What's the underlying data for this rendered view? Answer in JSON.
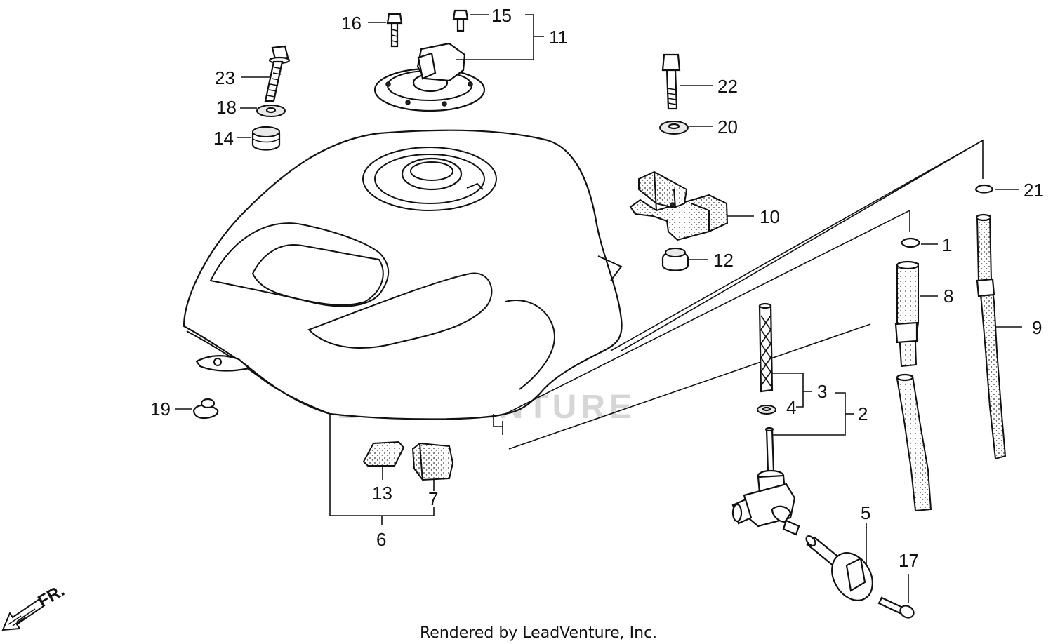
{
  "callouts": {
    "c1": "1",
    "c2": "2",
    "c3": "3",
    "c4": "4",
    "c5": "5",
    "c6": "6",
    "c7": "7",
    "c8": "8",
    "c9": "9",
    "c10": "10",
    "c11": "11",
    "c12": "12",
    "c13": "13",
    "c14": "14",
    "c15": "15",
    "c16": "16",
    "c17": "17",
    "c18": "18",
    "c19": "19",
    "c20": "20",
    "c21": "21",
    "c22": "22",
    "c23": "23"
  },
  "direction_label": "FR.",
  "watermark": "LEADVENTURE",
  "credit": "Rendered by LeadVenture, Inc.",
  "colors": {
    "ink": "#111111",
    "watermark": "#d6d6d6",
    "background": "#ffffff"
  }
}
